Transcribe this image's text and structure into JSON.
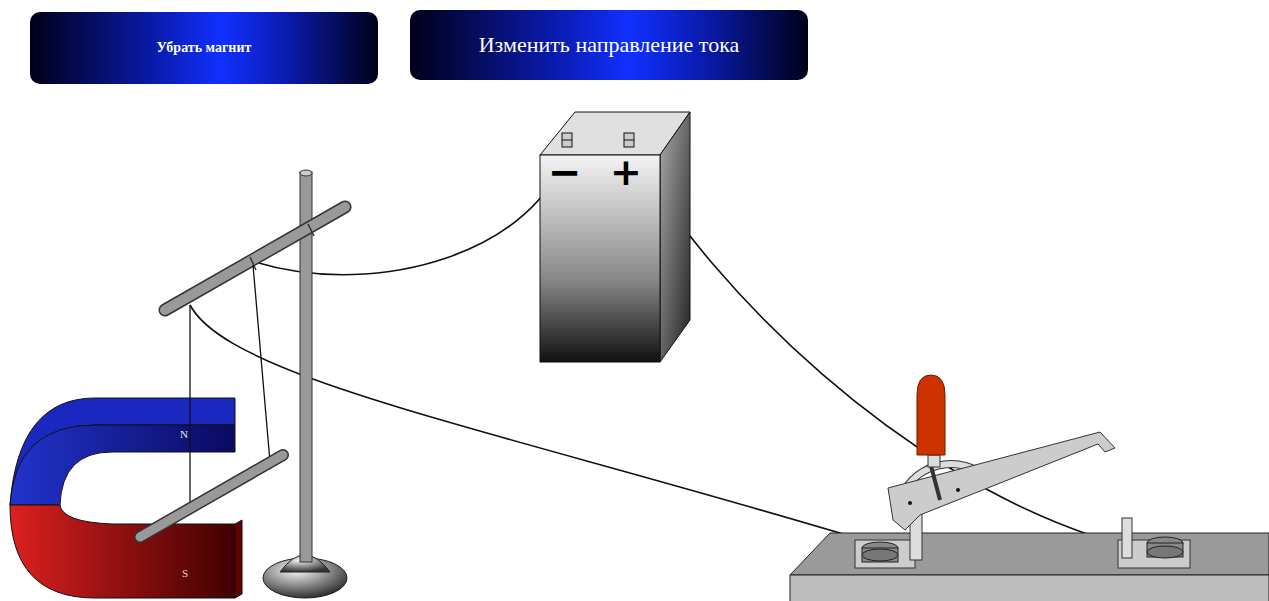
{
  "diagram": {
    "nodes": [
      {
        "text": [
          "Убрать магнит"
        ]
      },
      {
        "text": [
          "Изменить направление тока"
        ]
      }
    ],
    "labels": [
      "N",
      "S",
      "−",
      "+"
    ]
  }
}
